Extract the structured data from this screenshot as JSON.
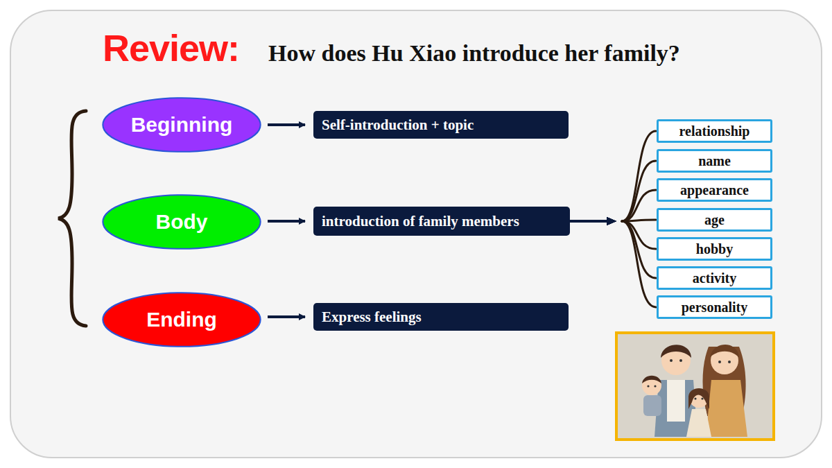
{
  "diagram": {
    "title": "How does Hu Xiao introduce her family?",
    "nodes": [
      {
        "text": [
          "Beginning"
        ]
      },
      {
        "text": [
          "Self-introduction + topic"
        ]
      },
      {
        "text": [
          "Body"
        ]
      },
      {
        "text": [
          "introduction of family members"
        ]
      },
      {
        "text": [
          "Ending"
        ]
      },
      {
        "text": [
          "Express feelings"
        ]
      },
      {
        "text": [
          "relationship"
        ]
      },
      {
        "text": [
          "name"
        ]
      },
      {
        "text": [
          "appearance"
        ]
      },
      {
        "text": [
          "age"
        ]
      },
      {
        "text": [
          "hobby"
        ]
      },
      {
        "text": [
          "activity"
        ]
      },
      {
        "text": [
          "personality"
        ]
      }
    ],
    "edges": [
      {
        "from": 0,
        "to": 1,
        "arrow": "to"
      },
      {
        "from": 2,
        "to": 3,
        "arrow": "to"
      },
      {
        "from": 4,
        "to": 5,
        "arrow": "to"
      },
      {
        "from": 3,
        "to": 6,
        "arrow": "to"
      },
      {
        "from": 3,
        "to": 7,
        "arrow": "to"
      },
      {
        "from": 3,
        "to": 8,
        "arrow": "to"
      },
      {
        "from": 3,
        "to": 9,
        "arrow": "to"
      },
      {
        "from": 3,
        "to": 10,
        "arrow": "to"
      },
      {
        "from": 3,
        "to": 11,
        "arrow": "to"
      },
      {
        "from": 3,
        "to": 12,
        "arrow": "to"
      }
    ],
    "labels": [
      "Review:"
    ]
  }
}
